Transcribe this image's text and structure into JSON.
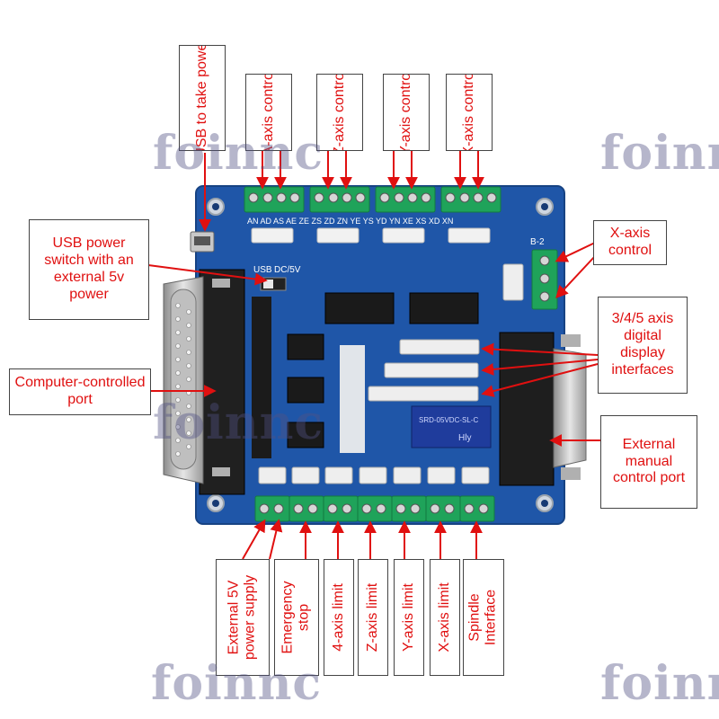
{
  "labels": {
    "usb_take_power": "USB to take power",
    "a_axis_control": "A-axis control",
    "z_axis_control": "Z-axis control",
    "y_axis_control": "Y-axis control",
    "x_axis_control_top": "X-axis control",
    "usb_power_switch": "USB power switch with an external 5v power",
    "x_axis_control_right": "X-axis control",
    "display_interfaces": "3/4/5 axis digital display interfaces",
    "computer_port": "Computer-controlled port",
    "manual_port": "External manual control port",
    "ext_5v_supply": "External 5V power supply",
    "emergency_stop": "Emergency stop",
    "limit_4axis": "4-axis limit",
    "limit_z": "Z-axis limit",
    "limit_y": "Y-axis limit",
    "limit_x": "X-axis limit",
    "spindle": "Spindle Interface"
  },
  "watermark": "foinnc",
  "board": {
    "usb_switch_text": "USB",
    "dc5v_text": "DC/5V",
    "b2_text": "B-2",
    "top_pin_text": "AN AD AS AE   ZE ZS ZD ZN   YE YS YD YN   XE XS XD XN",
    "relay_text": "SRD-05VDC-SL-C",
    "relay_brand": "Hly"
  },
  "colors": {
    "board": "#1f56a8",
    "terminal": "#1fa35a",
    "label_text": "#e01010",
    "arrow": "#e01010"
  }
}
